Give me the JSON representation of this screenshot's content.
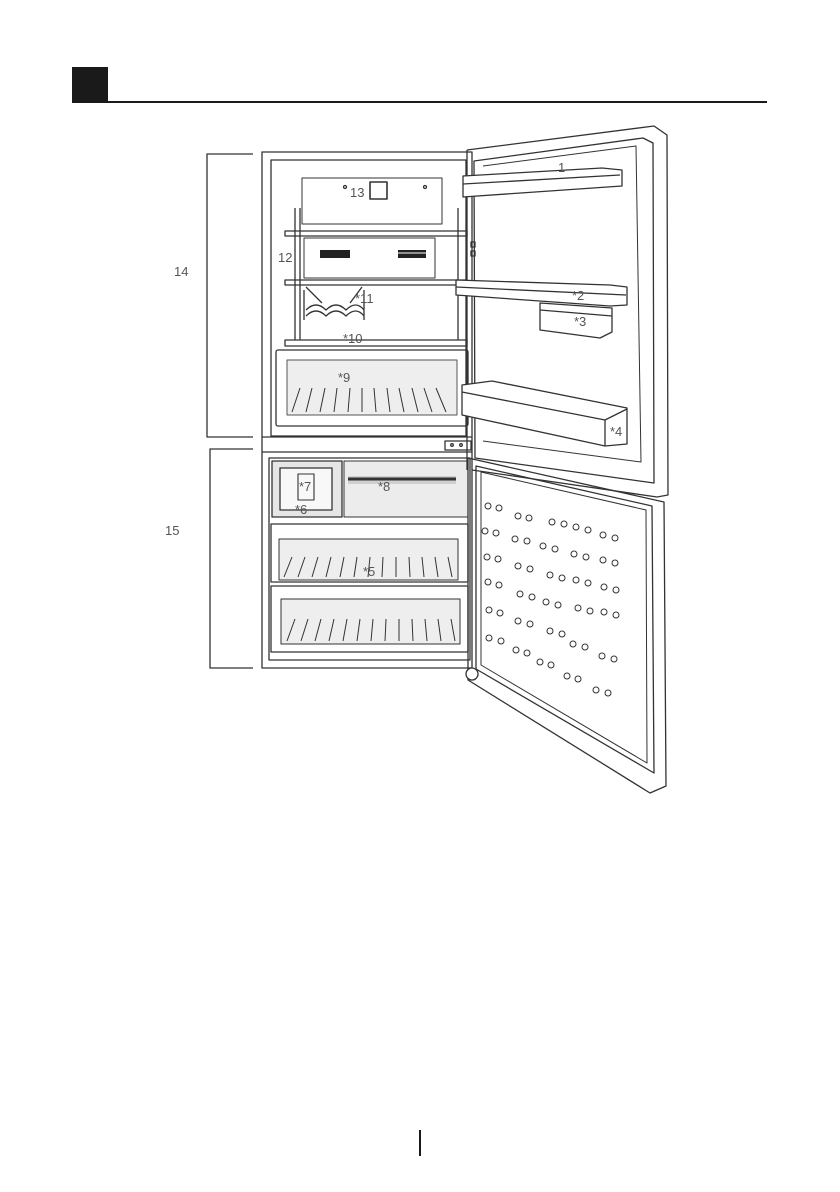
{
  "diagram": {
    "labels": {
      "l1": "1",
      "l2": "*2",
      "l3": "*3",
      "l4": "*4",
      "l5": "*5",
      "l6": "*6",
      "l7": "*7",
      "l8": "*8",
      "l9": "*9",
      "l10": "*10",
      "l11": "*11",
      "l12": "12",
      "l13": "13",
      "l14": "14",
      "l15": "15"
    }
  }
}
